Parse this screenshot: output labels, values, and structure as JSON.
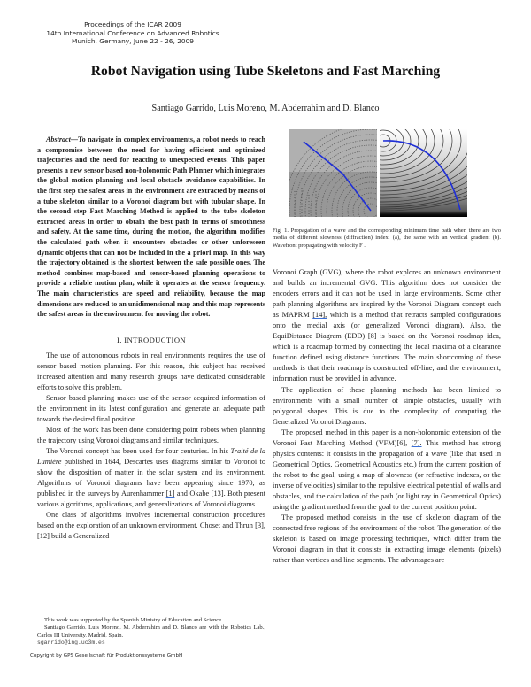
{
  "header": {
    "proceedings_line1": "Proceedings of the ICAR 2009",
    "proceedings_line2": "14th International Conference on Advanced Robotics",
    "proceedings_line3": "Munich, Germany, June 22 - 26, 2009"
  },
  "title": "Robot Navigation using Tube Skeletons and Fast Marching",
  "authors": "Santiago Garrido, Luis Moreno, M. Abderrahim and D. Blanco",
  "abstract": {
    "label": "Abstract",
    "text": "—To navigate in complex environments, a robot needs to reach a compromise between the need for having efficient and optimized trajectories and the need for reacting to unexpected events. This paper presents a new sensor based non-holonomic Path Planner which integrates the global motion planning and local obstacle avoidance capabilities. In the first step the safest areas in the environment are extracted by means of a tube skeleton similar to a Voronoi diagram but with tubular shape. In the second step Fast Marching Method is applied to the tube skeleton extracted areas in order to obtain the best path in terms of smoothness and safety. At the same time, during the motion, the algorithm modifies the calculated path when it encounters obstacles or other unforeseen dynamic objects that can not be included in the a priori map. In this way the trajectory obtained is the shortest between the safe possible ones. The method combines map-based and sensor-based planning operations to provide a reliable motion plan, while it operates at the sensor frequency. The main characteristics are speed and reliability, because the map dimensions are reduced to an unidimensional map and this map represents the safest areas in the environment for moving the robot."
  },
  "section1": {
    "heading": "I. INTRODUCTION",
    "p1": "The use of autonomous robots in real environments requires the use of sensor based motion planning. For this reason, this subject has received increased attention and many research groups have dedicated considerable efforts to solve this problem.",
    "p2": "Sensor based planning makes use of the sensor acquired information of the environment in its latest configuration and generate an adequate path towards the desired final position.",
    "p3": "Most of the work has been done considering point robots when planning the trajectory using Voronoi diagrams and similar techniques.",
    "p4_a": "The Voronoi concept has been used for four centuries. In his ",
    "p4_italic": "Traité de la Lumière",
    "p4_b": " published in 1644, Descartes uses diagrams similar to Voronoi to show the disposition of matter in the solar system and its environment. Algorithms of Voronoi diagrams have been appearing since 1970, as published in the surveys by Aurenhammer ",
    "p4_ref1": "[1]",
    "p4_c": " and Okabe [13]. Both present various algorithms, applications, and generalizations of Voronoi diagrams.",
    "p5_a": "One class of algorithms involves incremental construction procedures based on the exploration of an unknown environment. Choset and Thrun ",
    "p5_ref": "[3],",
    "p5_b": " [12] build a Generalized",
    "right_p1_a": "Voronoi Graph (GVG), where the robot explores an unknown environment and builds an incremental GVG. This algorithm does not consider the encoders errors and it can not be used in large environments. Some other path planning algorithms are inspired by the Voronoi Diagram concept such as MAPRM ",
    "right_p1_ref": "[14],",
    "right_p1_b": " which is a method that retracts sampled configurations onto the medial axis (or generalized Voronoi diagram). Also, the EquiDistance Diagram (EDD) [8] is based on the Voronoi roadmap idea, which is a roadmap formed by connecting the local maxima of a clearance function defined using distance functions. The main shortcoming of these methods is that their roadmap is constructed off-line, and the environment, information must be provided in advance.",
    "right_p2": "The application of these planning methods has been limited to environments with a small number of simple obstacles, usually with polygonal shapes. This is due to the complexity of computing the Generalized Voronoi Diagrams.",
    "right_p3_a": "The proposed method in this paper is a non-holonomic extension of the Voronoi Fast Marching Method (VFM)[6], ",
    "right_p3_ref": "[7].",
    "right_p3_b": " This method has strong physics contents: it consists in the propagation of a wave (like that used in Geometrical Optics, Geometrical Acoustics etc.) from the current position of the robot to the goal, using a map of slowness (or refractive indexes, or the inverse of velocities) similar to the repulsive electrical potential of walls and obstacles, and the calculation of the path (or light ray in Geometrical Optics) using the gradient method from the goal to the current position point.",
    "right_p4": "The proposed method consists in the use of skeleton diagram of the connected free regions of the environment of the robot. The generation of the skeleton is based on image processing techniques, which differ from the Voronoi diagram in that it consists in extracting image elements (pixels) rather than vertices and line segments. The advantages are"
  },
  "figure1": {
    "caption": "Fig. 1.   Propagation of a wave and the corresponding minimum time path when there are two media of different slowness (diffraction) index. (a), the same with an vertical gradient (b). Wavefront propagating with velocity F .",
    "path_color": "#1f2fd6"
  },
  "footnote": {
    "funding": "This work was supported by the Spanish Ministry of Education and Science.",
    "affiliation": "Santiago Garrido, Luis Moreno, M. Abderrahim and D. Blanco are with the Robotics Lab., Carlos III University, Madrid, Spain.",
    "email": "sgarrido@ing.uc3m.es"
  },
  "copyright": "Copyright by GPS Gesellschaft für Produktionssysteme GmbH"
}
